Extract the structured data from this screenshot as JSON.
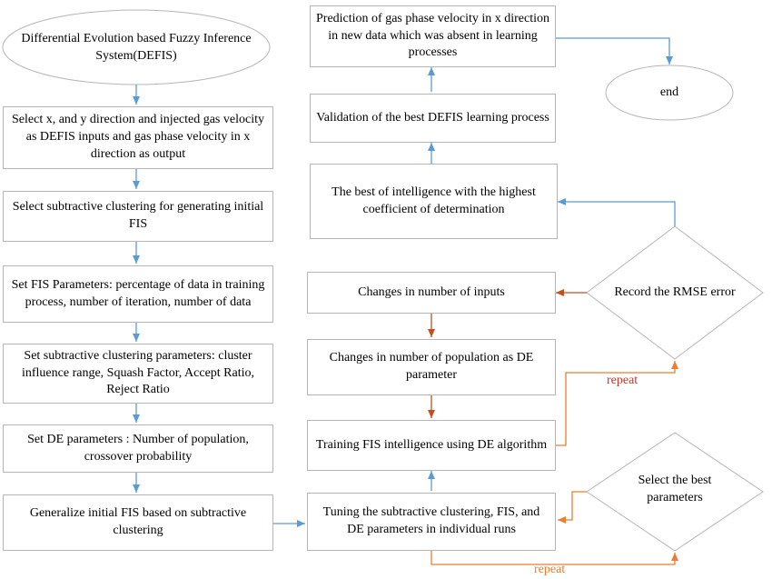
{
  "nodes": {
    "defis": "Differential Evolution based Fuzzy Inference System(DEFIS)",
    "select_inputs": "Select  x, and y direction and injected gas velocity as DEFIS inputs and gas phase velocity in x direction as output",
    "select_subtractive": "Select subtractive clustering for generating initial  FIS",
    "fis_params": "Set FIS Parameters: percentage of data in training process, number of iteration, number of data",
    "sub_params": "Set subtractive  clustering  parameters: cluster influence range, Squash Factor, Accept Ratio, Reject Ratio",
    "de_params": "Set DE parameters : Number of population, crossover probability",
    "generalize": "Generalize initial FIS based on subtractive clustering",
    "tuning": "Tuning the subtractive clustering, FIS, and DE parameters in individual runs",
    "training": "Training FIS intelligence using DE algorithm",
    "pop_changes": "Changes in number of population as DE parameter",
    "input_changes": "Changes in number of inputs",
    "best_intel": "The best of intelligence with the highest coefficient of determination",
    "validation": "Validation of the best DEFIS learning process",
    "prediction": "Prediction of gas phase velocity in x direction in new data which was absent in learning processes",
    "end": "end",
    "record_rmse": "Record the RMSE error",
    "select_best": "Select the best parameters"
  },
  "labels": {
    "repeat_upper": "repeat",
    "repeat_lower": "repeat"
  },
  "colors": {
    "arrow_blue": "#5b9bd5",
    "arrow_red": "#c0501f",
    "arrow_orange": "#ed7d31",
    "border_gray": "#b5b5b5",
    "repeat_red": "#c0392b",
    "repeat_orange": "#ed7d31"
  }
}
